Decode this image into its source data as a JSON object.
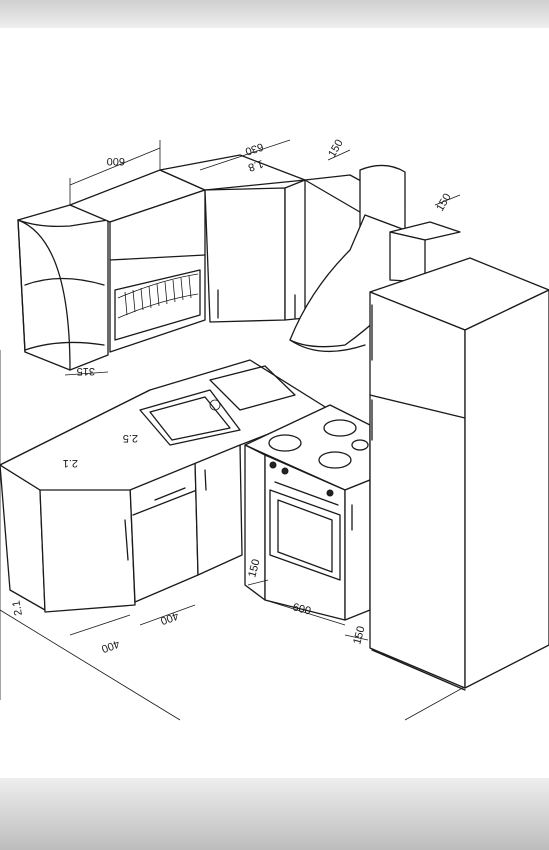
{
  "dimensions": {
    "upper_cabinet_width": "600",
    "corner_cabinet_width": "630",
    "hood_gap": "150",
    "fridge_gap": "150",
    "open_shelf_width": "315",
    "base_corner_width": "400",
    "base_cabinet_width": "400",
    "oven_width": "600",
    "oven_side_gap_left": "150",
    "oven_side_gap_right": "150",
    "upper_annotation": "1.8",
    "wall_annotation_1": "2.1",
    "wall_annotation_2": "2.5",
    "wall_annotation_3": "2.1"
  }
}
